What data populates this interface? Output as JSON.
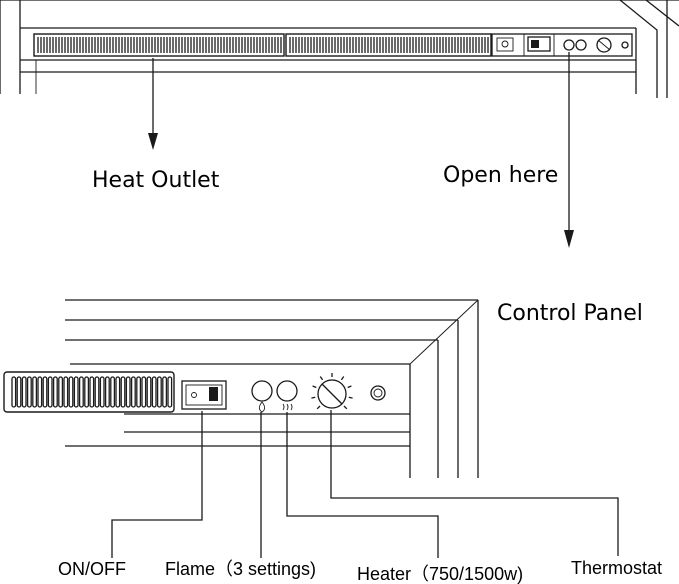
{
  "labels": {
    "heat_outlet": "Heat Outlet",
    "open_here": "Open here",
    "control_panel": "Control Panel",
    "on_off": "ON/OFF",
    "flame": "Flame（3 settings)",
    "heater": "Heater（750/1500w)",
    "thermostat": "Thermostat"
  },
  "icons": {
    "rocker_switch": "rocker-switch-icon",
    "flame_button": "flame-button-icon",
    "heater_button": "heater-button-icon",
    "thermostat_knob": "thermostat-knob-icon",
    "indicator_light": "indicator-light-icon"
  },
  "colors": {
    "line": "#1a1a1a",
    "background": "#ffffff"
  }
}
